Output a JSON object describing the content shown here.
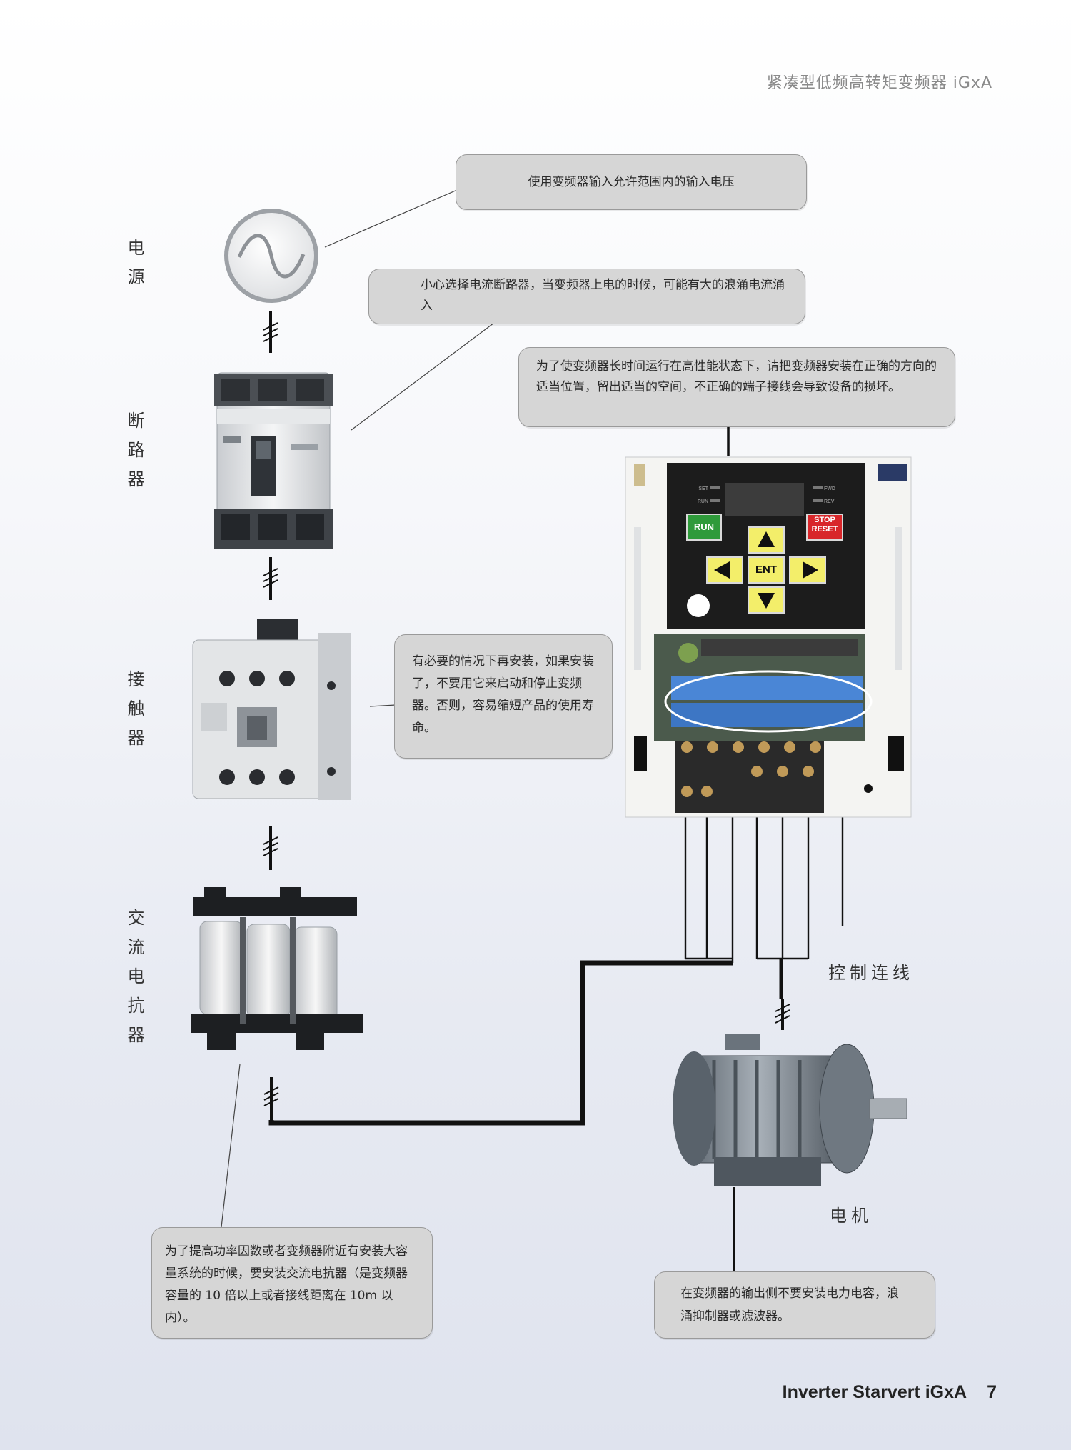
{
  "header": {
    "title": "紧凑型低频高转矩变频器 iGxA"
  },
  "footer": {
    "product": "Inverter Starvert iGxA",
    "page_number": "7"
  },
  "side_labels": {
    "power": "电源",
    "breaker": "断路器",
    "contactor": "接触器",
    "reactor": "交流电抗器"
  },
  "callouts": {
    "power": "使用变频器输入允许范围内的输入电压",
    "breaker": "小心选择电流断路器，当变频器上电的时候，可能有大的浪涌电流涌入",
    "install": "为了使变频器长时间运行在高性能状态下，请把变频器安装在正确的方向的适当位置，留出适当的空间，不正确的端子接线会导致设备的损坏。",
    "contactor": "有必要的情况下再安装，如果安装了，不要用它来启动和停止变频器。否则，容易缩短产品的使用寿命。",
    "reactor": "为了提高功率因数或者变频器附近有安装大容量系统的时候，要安装交流电抗器（是变频器容量的 10 倍以上或者接线距离在 10m 以内）。",
    "motor": "在变频器的输出侧不要安装电力电容，浪涌抑制器或滤波器。"
  },
  "wire_labels": {
    "control": "控制连线",
    "motor": "电机"
  },
  "inverter_keypad": {
    "run": "RUN",
    "stop_reset": [
      "STOP",
      "RESET"
    ],
    "enter": "ENT",
    "led_left": [
      "SET",
      "RUN"
    ],
    "led_right": [
      "FWD",
      "REV"
    ]
  },
  "colors": {
    "callout_bg": "#d6d6d6",
    "run_button": "#2e9a3a",
    "stop_button": "#d8262a",
    "arrow_keys": "#f3ee6a",
    "keypad_panel": "#1c1c1c",
    "terminal_blue": "#4a86d6"
  }
}
